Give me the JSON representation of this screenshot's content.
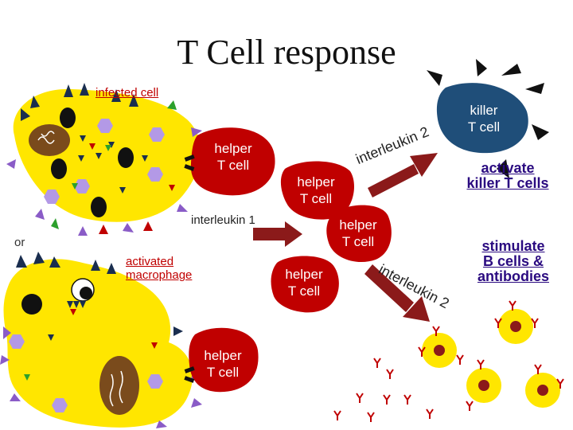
{
  "title": "T Cell response",
  "labels": {
    "infected_cell": "infected cell",
    "or": "or",
    "activated_macrophage_line1": "activated",
    "activated_macrophage_line2": "macrophage",
    "interleukin_1": "interleukin 1",
    "interleukin_2_top": "interleukin 2",
    "interleukin_2_bottom": "interleukin 2"
  },
  "helper_cells": {
    "helper_1": [
      "helper",
      "T cell"
    ],
    "helper_2": [
      "helper",
      "T cell"
    ],
    "helper_3": [
      "helper",
      "T cell"
    ],
    "helper_4": [
      "helper",
      "T cell"
    ],
    "helper_5": [
      "helper",
      "T cell"
    ]
  },
  "killer_cell": [
    "killer",
    "T cell"
  ],
  "outcomes": {
    "activate_killer": [
      "activate",
      "killer T cells"
    ],
    "stimulate_b": [
      "stimulate",
      "B cells &",
      "antibodies"
    ]
  },
  "colors": {
    "cell_red": "#c00000",
    "cell_yellow": "#ffe600",
    "killer_blue": "#1f4e79",
    "arrow_red": "#8b1a1a",
    "label_purple": "#2a0a80"
  }
}
